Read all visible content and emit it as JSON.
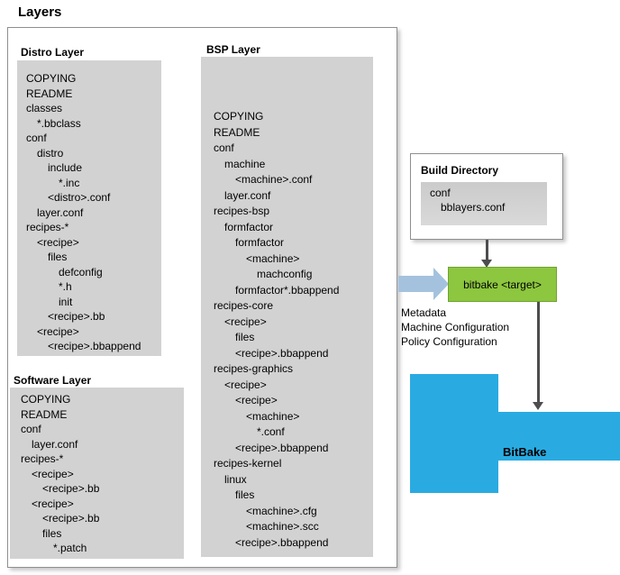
{
  "title": "Layers",
  "colors": {
    "tree_box_gray": "#d2d2d2",
    "bitbake_target_green": "#8dc63f",
    "bitbake_blue": "#29abe2",
    "input_arrow_blue": "#a4c2dd",
    "arrow_dark": "#4d4d4f"
  },
  "layers_panel": {
    "distro": {
      "label": "Distro Layer",
      "items": [
        {
          "text": "COPYING",
          "indent": 0
        },
        {
          "text": "README",
          "indent": 0
        },
        {
          "text": "classes",
          "indent": 0
        },
        {
          "text": "*.bbclass",
          "indent": 1
        },
        {
          "text": "conf",
          "indent": 0
        },
        {
          "text": "distro",
          "indent": 1
        },
        {
          "text": "include",
          "indent": 2
        },
        {
          "text": "*.inc",
          "indent": 3
        },
        {
          "text": "<distro>.conf",
          "indent": 2
        },
        {
          "text": "layer.conf",
          "indent": 1
        },
        {
          "text": "recipes-*",
          "indent": 0
        },
        {
          "text": "<recipe>",
          "indent": 1
        },
        {
          "text": "files",
          "indent": 2
        },
        {
          "text": "defconfig",
          "indent": 3
        },
        {
          "text": "*.h",
          "indent": 3
        },
        {
          "text": "init",
          "indent": 3
        },
        {
          "text": "<recipe>.bb",
          "indent": 2
        },
        {
          "text": "<recipe>",
          "indent": 1
        },
        {
          "text": "<recipe>.bbappend",
          "indent": 2
        }
      ]
    },
    "bsp": {
      "label": "BSP Layer",
      "items": [
        {
          "text": "COPYING",
          "indent": 0
        },
        {
          "text": "README",
          "indent": 0
        },
        {
          "text": "conf",
          "indent": 0
        },
        {
          "text": "machine",
          "indent": 1
        },
        {
          "text": "<machine>.conf",
          "indent": 2
        },
        {
          "text": "layer.conf",
          "indent": 1
        },
        {
          "text": "recipes-bsp",
          "indent": 0
        },
        {
          "text": "formfactor",
          "indent": 1
        },
        {
          "text": "formfactor",
          "indent": 2
        },
        {
          "text": "<machine>",
          "indent": 3
        },
        {
          "text": "machconfig",
          "indent": 4
        },
        {
          "text": "formfactor*.bbappend",
          "indent": 2
        },
        {
          "text": "recipes-core",
          "indent": 0
        },
        {
          "text": "<recipe>",
          "indent": 1
        },
        {
          "text": "files",
          "indent": 2
        },
        {
          "text": "<recipe>.bbappend",
          "indent": 2
        },
        {
          "text": "recipes-graphics",
          "indent": 0
        },
        {
          "text": "<recipe>",
          "indent": 1
        },
        {
          "text": "<recipe>",
          "indent": 2
        },
        {
          "text": "<machine>",
          "indent": 3
        },
        {
          "text": "*.conf",
          "indent": 4
        },
        {
          "text": "<recipe>.bbappend",
          "indent": 2
        },
        {
          "text": "recipes-kernel",
          "indent": 0
        },
        {
          "text": "linux",
          "indent": 1
        },
        {
          "text": "files",
          "indent": 2
        },
        {
          "text": "<machine>.cfg",
          "indent": 3
        },
        {
          "text": "<machine>.scc",
          "indent": 3
        },
        {
          "text": "<recipe>.bbappend",
          "indent": 2
        }
      ]
    },
    "software": {
      "label": "Software Layer",
      "items": [
        {
          "text": "COPYING",
          "indent": 0
        },
        {
          "text": "README",
          "indent": 0
        },
        {
          "text": "conf",
          "indent": 0
        },
        {
          "text": "layer.conf",
          "indent": 1
        },
        {
          "text": "recipes-*",
          "indent": 0
        },
        {
          "text": "<recipe>",
          "indent": 1
        },
        {
          "text": "<recipe>.bb",
          "indent": 2
        },
        {
          "text": "<recipe>",
          "indent": 1
        },
        {
          "text": "<recipe>.bb",
          "indent": 2
        },
        {
          "text": "files",
          "indent": 2
        },
        {
          "text": "*.patch",
          "indent": 3
        }
      ]
    }
  },
  "build_directory": {
    "label": "Build Directory",
    "items": [
      {
        "text": "conf",
        "indent": 0
      },
      {
        "text": "bblayers.conf",
        "indent": 1
      }
    ]
  },
  "bitbake_target": {
    "label": "bitbake <target>"
  },
  "inputs_note": {
    "lines": [
      "Metadata",
      "Machine Configuration",
      "Policy Configuration"
    ]
  },
  "bitbake": {
    "label": "BitBake"
  }
}
